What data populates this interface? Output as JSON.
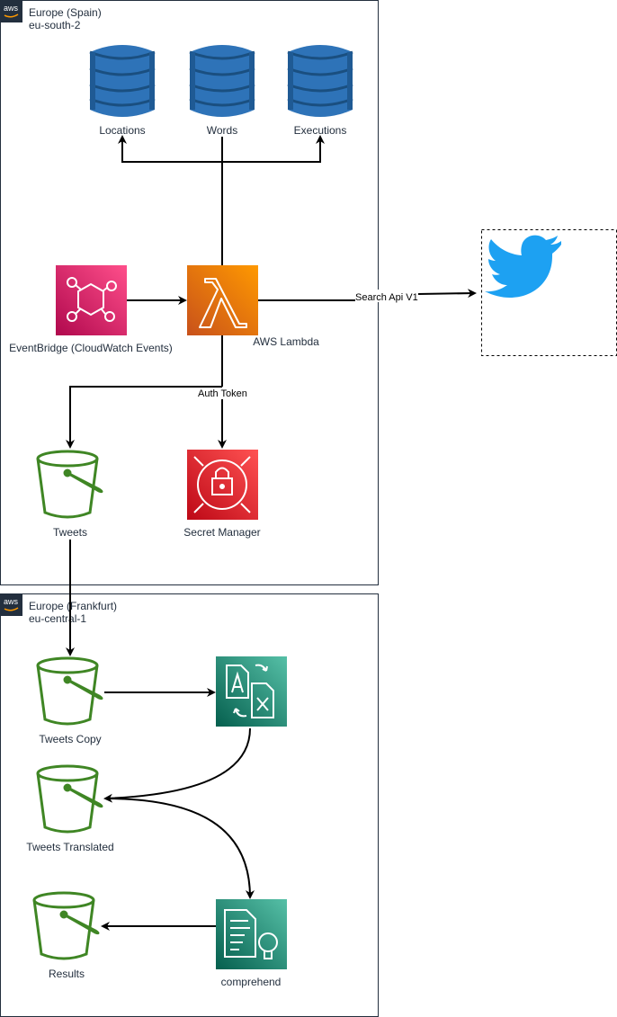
{
  "regions": [
    {
      "name": "Europe (Spain)",
      "code": "eu-south-2"
    },
    {
      "name": "Europe (Frankfurt)",
      "code": "eu-central-1"
    }
  ],
  "aws_badge": "aws",
  "nodes": {
    "locations": "Locations",
    "words": "Words",
    "executions": "Executions",
    "eventbridge": "EventBridge (CloudWatch Events)",
    "lambda": "AWS Lambda",
    "tweets": "Tweets",
    "secret_manager": "Secret Manager",
    "tweets_copy": "Tweets Copy",
    "tweets_translated": "Tweets Translated",
    "results": "Results",
    "comprehend": "comprehend"
  },
  "edges": {
    "search_api": "Search Api V1",
    "auth_token": "Auth Token"
  },
  "colors": {
    "dynamodb": "#2e73b8",
    "eventbridge": "#e7157b",
    "lambda": "#ed7100",
    "secrets": "#dd344c",
    "s3": "#3f8624",
    "ml": "#067f68",
    "twitter": "#1da1f2"
  }
}
